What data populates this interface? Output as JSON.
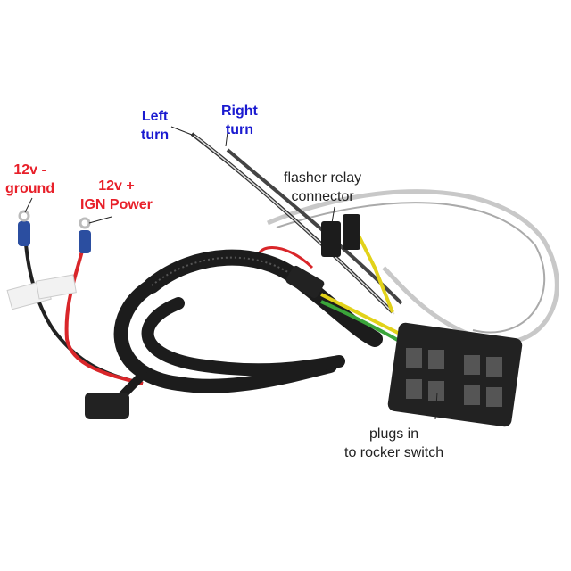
{
  "labels": {
    "ground": {
      "line1": "12v -",
      "line2": "ground"
    },
    "power": {
      "line1": "12v +",
      "line2": "IGN Power"
    },
    "left_turn": {
      "line1": "Left",
      "line2": "turn"
    },
    "right_turn": {
      "line1": "Right",
      "line2": "turn"
    },
    "flasher": {
      "line1": "flasher relay",
      "line2": "connector"
    },
    "rocker": {
      "line1": "plugs in",
      "line2": "to rocker switch"
    }
  },
  "colors": {
    "red_label": "#e8202a",
    "blue_label": "#1a1ad0",
    "loom": "#1c1c1c"
  }
}
